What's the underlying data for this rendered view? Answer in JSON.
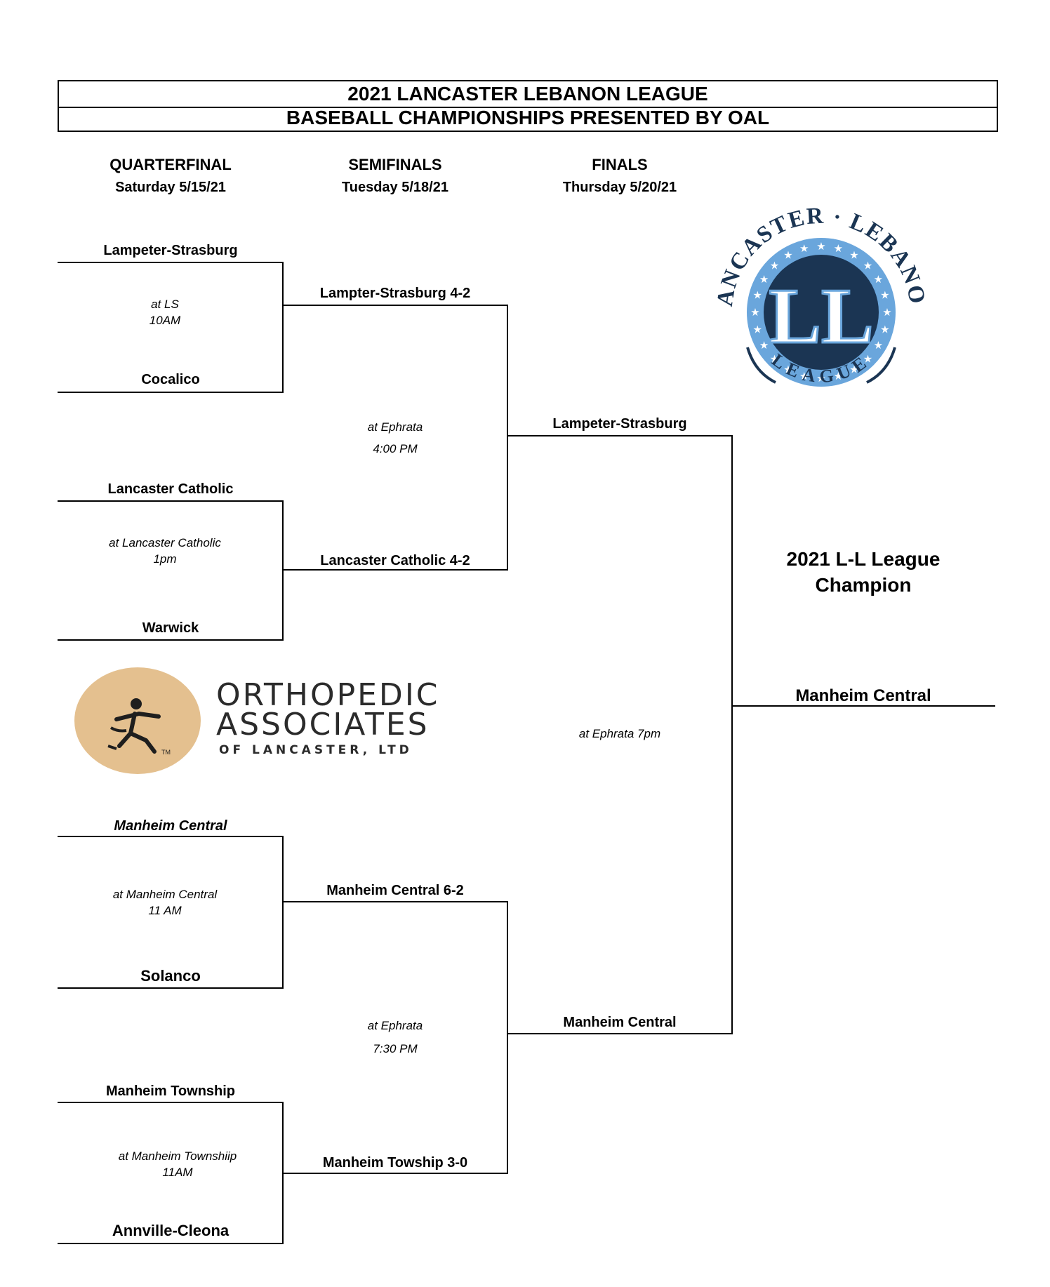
{
  "title": {
    "line1": "2021 LANCASTER LEBANON LEAGUE",
    "line2": "BASEBALL CHAMPIONSHIPS PRESENTED BY OAL"
  },
  "rounds": [
    {
      "name": "QUARTERFINAL",
      "date": "Saturday 5/15/21"
    },
    {
      "name": "SEMIFINALS",
      "date": "Tuesday 5/18/21"
    },
    {
      "name": "FINALS",
      "date": "Thursday 5/20/21"
    }
  ],
  "quarterfinals": [
    {
      "top": "Lampeter-Strasburg",
      "bottom": "Cocalico",
      "location": "at LS",
      "time": "10AM"
    },
    {
      "top": "Lancaster Catholic",
      "bottom": "Warwick",
      "location": "at Lancaster Catholic",
      "time": "1pm"
    },
    {
      "top": "Manheim Central",
      "bottom": "Solanco",
      "location": "at Manheim Central",
      "time": "11 AM"
    },
    {
      "top": "Manheim Township",
      "bottom": "Annville-Cleona",
      "location": "at Manheim Townshiip",
      "time": "11AM"
    }
  ],
  "semifinals": {
    "winners": [
      "Lampter-Strasburg 4-2",
      "Lancaster Catholic 4-2",
      "Manheim Central 6-2",
      "Manheim Towship 3-0"
    ],
    "games": [
      {
        "location": "at Ephrata",
        "time": "4:00 PM"
      },
      {
        "location": "at Ephrata",
        "time": "7:30 PM"
      }
    ]
  },
  "finals": {
    "teams": [
      "Lampeter-Strasburg",
      "Manheim Central"
    ],
    "location": "at Ephrata 7pm"
  },
  "champion": {
    "label_line1": "2021 L-L League",
    "label_line2": "Champion",
    "team": "Manheim Central"
  },
  "league_logo": {
    "top_text": "LANCASTER · LEBANON",
    "bottom_text": "LEAGUE",
    "monogram": "LL",
    "colors": {
      "navy": "#1b3553",
      "blue": "#6aa6dc",
      "star": "#ffffff"
    }
  },
  "sponsor_logo": {
    "line1": "ORTHOPEDIC",
    "line2": "ASSOCIATES",
    "line3": "OF LANCASTER, LTD",
    "tm": "TM",
    "colors": {
      "badge": "#e4c08f",
      "text": "#2b2b2b"
    }
  }
}
